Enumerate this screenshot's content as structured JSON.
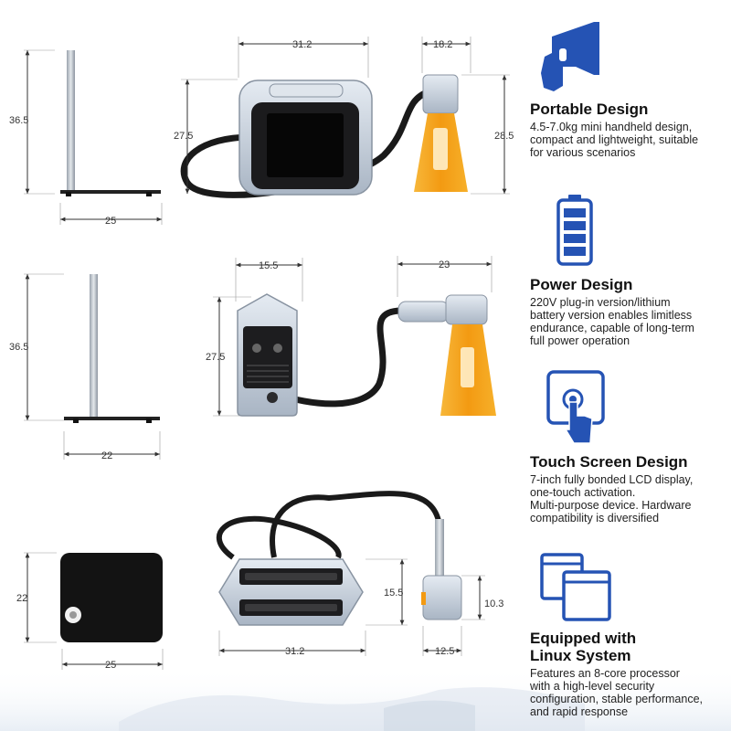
{
  "colors": {
    "icon_blue": "#2553b4",
    "amber": "#f4a81c",
    "device_silver": "#c9d3df",
    "screen_black": "#111111"
  },
  "dimensions": {
    "row1": {
      "stand_height": "36.5",
      "stand_base": "25",
      "device_width": "31.2",
      "device_height": "27.5",
      "head_width": "18.2",
      "head_height": "28.5"
    },
    "row2": {
      "stand_height": "36.5",
      "stand_base": "22",
      "device_width": "15.5",
      "device_height": "27.5",
      "head_width": "23"
    },
    "row3": {
      "plate_height": "22",
      "plate_width": "25",
      "device_height": "15.5",
      "device_width": "31.2",
      "head_height": "10.3",
      "head_width": "12.5"
    }
  },
  "features": [
    {
      "icon": "handheld-icon",
      "title": "Portable Design",
      "desc": "4.5-7.0kg mini handheld design,\ncompact and lightweight, suitable\nfor various scenarios"
    },
    {
      "icon": "battery-icon",
      "title": "Power Design",
      "desc": "220V plug-in version/lithium\nbattery version enables limitless\nendurance, capable of long-term\nfull power operation"
    },
    {
      "icon": "touch-screen-icon",
      "title": "Touch Screen Design",
      "desc": "7-inch fully bonded LCD display,\none-touch activation.\nMulti-purpose device. Hardware\ncompatibility is diversified"
    },
    {
      "icon": "linux-windows-icon",
      "title": "Equipped with\nLinux System",
      "desc": "Features an 8-core processor\nwith a high-level security\nconfiguration, stable performance,\nand rapid response"
    }
  ]
}
